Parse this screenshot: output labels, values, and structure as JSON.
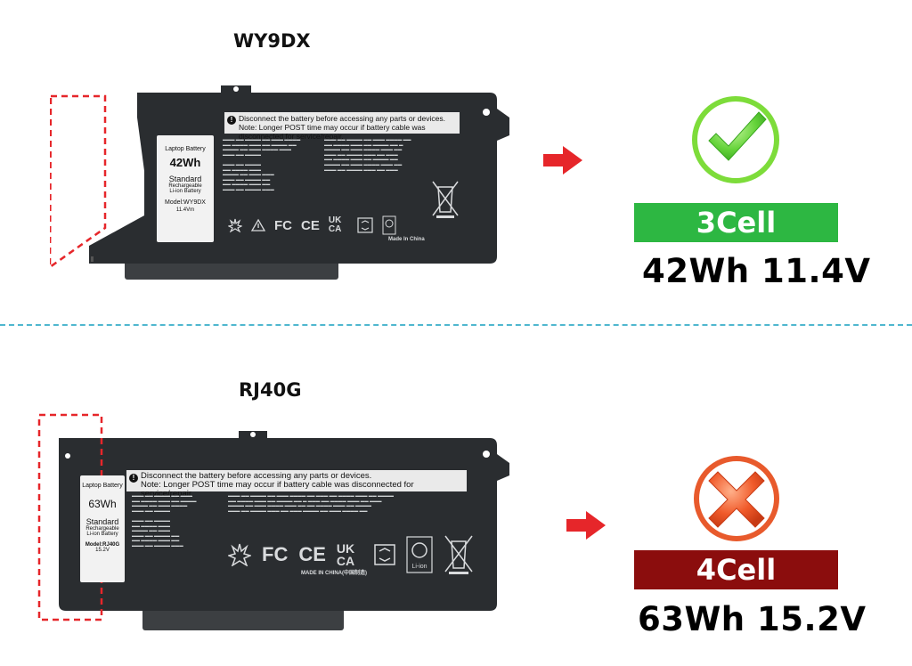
{
  "colors": {
    "accent_red": "#e6262a",
    "ok_green": "#2db742",
    "bad_red": "#8b0d0d",
    "divider_blue": "#4fb7cf",
    "battery_body": "#2a2d30"
  },
  "top": {
    "model": "WY9DX",
    "battery": {
      "warning": "Disconnect the battery before accessing any parts or devices.",
      "warning_note": "Note: Longer POST time may occur if battery cable was disconnected for service/repair.",
      "panel_line1": "Laptop Battery",
      "capacity": "42Wh",
      "panel_standard": "Standard",
      "panel_rechargeable": "Rechargeable",
      "panel_liion": "Li-ion Battery",
      "panel_model": "Model:WY9DX",
      "panel_voltage": "11.4Vm",
      "made_in": "Made In China"
    },
    "status_icon": "check-icon",
    "cells": "3Cell",
    "spec": "42Wh  11.4V"
  },
  "bottom": {
    "model": "RJ40G",
    "battery": {
      "warning": "Disconnect the battery before accessing any parts or devices.",
      "warning_note": "Note: Longer POST time may occur if battery cable was disconnected for service/repair.",
      "panel_line1": "Laptop Battery",
      "capacity": "63Wh",
      "panel_standard": "Standard",
      "panel_rechargeable": "Rechargeable",
      "panel_liion": "Li-ion Battery",
      "panel_model": "Model:RJ40G",
      "panel_voltage": "15.2V",
      "made_in": "MADE IN CHINA(中国制造)"
    },
    "status_icon": "cross-icon",
    "cells": "4Cell",
    "spec": "63Wh  15.2V"
  },
  "certs": [
    "FC",
    "CE",
    "UK CA"
  ]
}
